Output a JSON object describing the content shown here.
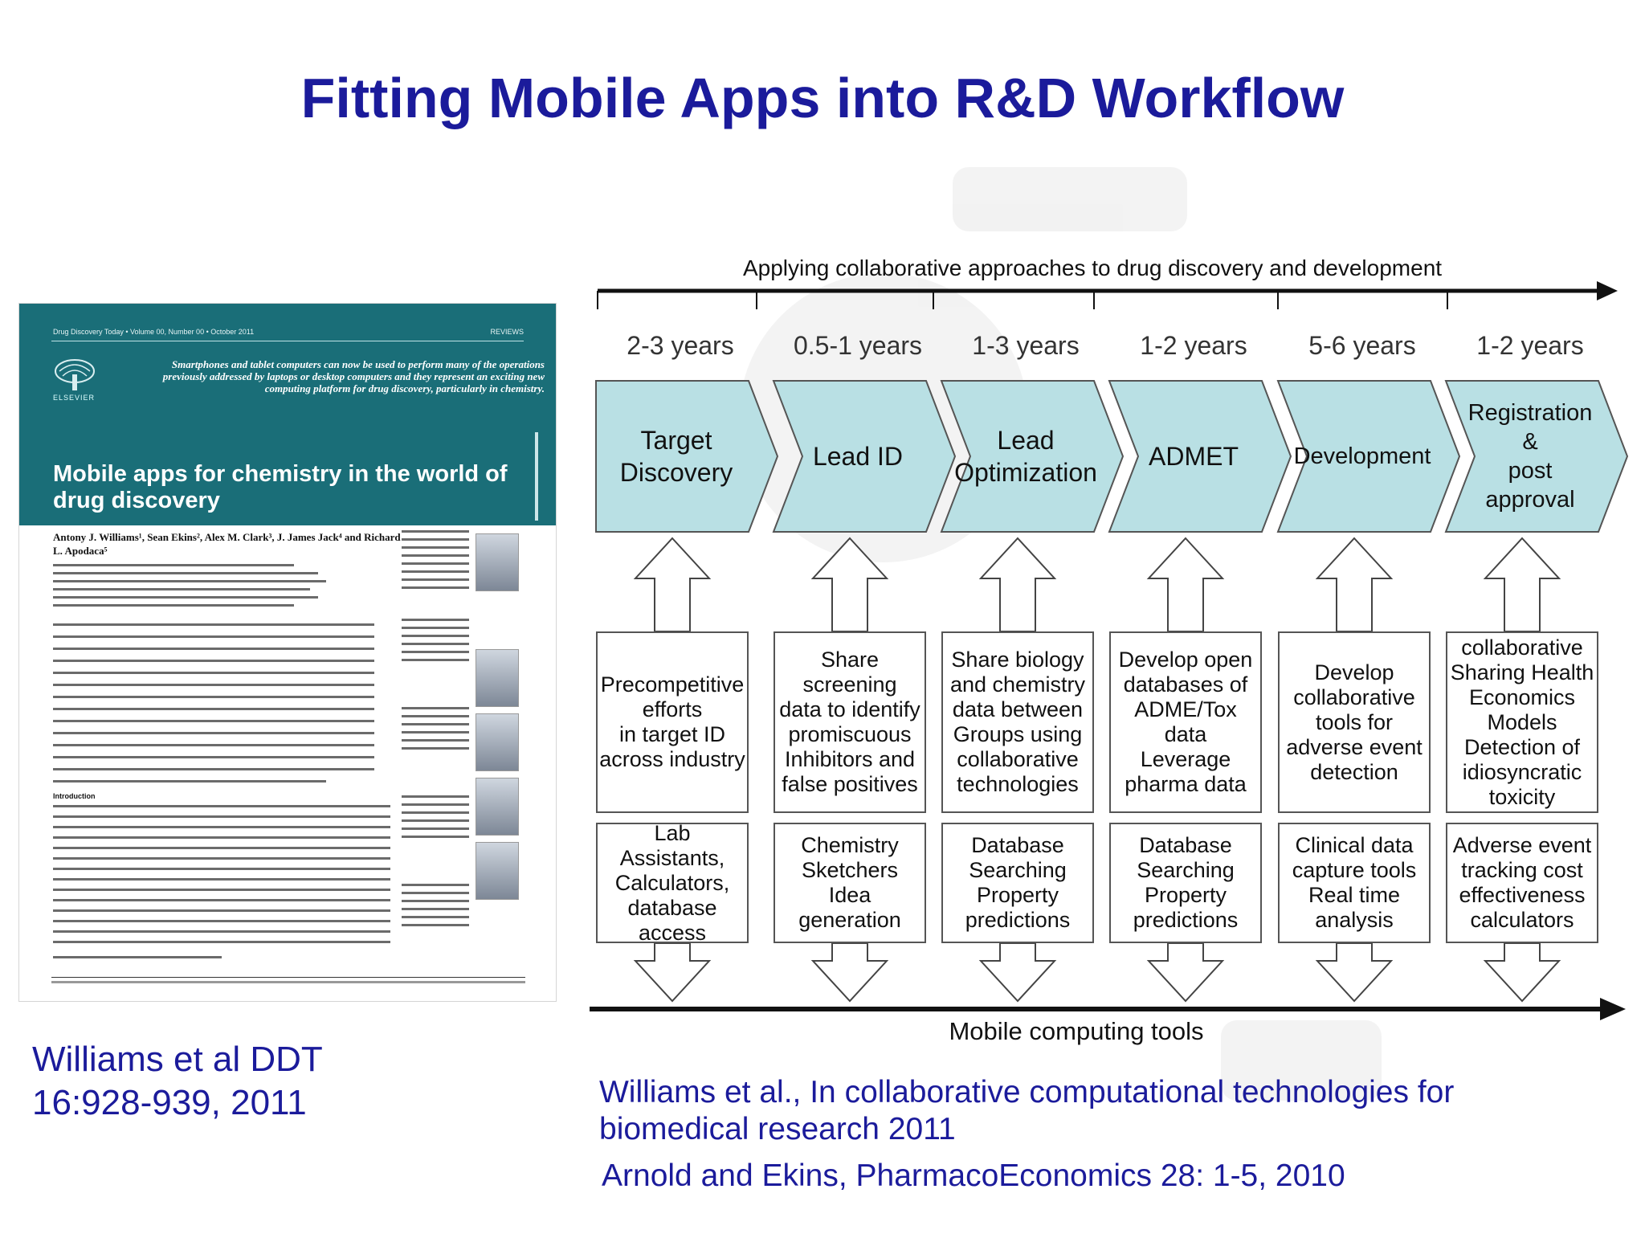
{
  "title": "Fitting Mobile Apps into R&D Workflow",
  "paper": {
    "journal_line": "Drug Discovery Today • Volume 00, Number 00 • October 2011",
    "section": "REVIEWS",
    "publisher": "ELSEVIER",
    "teaser": "Smartphones and tablet computers can now be used to perform many of the operations previously addressed by laptops or desktop computers and they represent an exciting new computing platform for drug discovery, particularly in chemistry.",
    "heading": "Mobile apps for chemistry in the world of drug discovery",
    "authors": "Antony J. Williams¹, Sean Ekins², Alex M. Clark³, J. James Jack⁴ and Richard L. Apodaca⁵",
    "intro_heading": "Introduction"
  },
  "left_citation": [
    "Williams et al DDT",
    "16:928-939, 2011"
  ],
  "timeline_label": "Applying collaborative approaches to drug discovery and development",
  "bottom_label": "Mobile computing tools",
  "stages": [
    {
      "duration": "2-3 years",
      "name": [
        "Target",
        "Discovery"
      ],
      "collab": [
        "Precompetitive",
        "efforts",
        "in target ID",
        "across industry"
      ],
      "tools": [
        "Lab",
        "Assistants,",
        "Calculators,",
        "database",
        "access"
      ]
    },
    {
      "duration": "0.5-1 years",
      "name": [
        "Lead ID"
      ],
      "collab": [
        "Share",
        "screening",
        "data to identify",
        "promiscuous",
        "Inhibitors and",
        "false positives"
      ],
      "tools": [
        "Chemistry",
        "Sketchers",
        "Idea generation"
      ]
    },
    {
      "duration": "1-3 years",
      "name": [
        "Lead",
        "Optimization"
      ],
      "collab": [
        "Share biology",
        "and chemistry",
        "data between",
        "Groups using",
        "collaborative",
        "technologies"
      ],
      "tools": [
        "Database",
        "Searching",
        "Property",
        "predictions"
      ]
    },
    {
      "duration": "1-2 years",
      "name": [
        "ADMET"
      ],
      "collab": [
        "Develop open",
        "databases of",
        "ADME/Tox data",
        "Leverage",
        "pharma data"
      ],
      "tools": [
        "Database",
        "Searching",
        "Property",
        "predictions"
      ]
    },
    {
      "duration": "5-6 years",
      "name": [
        "Development"
      ],
      "collab": [
        "Develop",
        "collaborative",
        "tools for",
        "adverse event",
        "detection"
      ],
      "tools": [
        "Clinical data",
        "capture tools",
        "Real time",
        "analysis"
      ]
    },
    {
      "duration": "1-2 years",
      "name": [
        "Registration",
        "&",
        "post",
        "approval"
      ],
      "collab": [
        "collaborative",
        "Sharing Health",
        "Economics",
        "Models",
        "Detection of",
        "idiosyncratic",
        "toxicity"
      ],
      "tools": [
        "Adverse event",
        "tracking cost",
        "effectiveness",
        "calculators"
      ]
    }
  ],
  "citations": [
    "Williams et al., In collaborative computational technologies for",
    "biomedical research 2011",
    "Arnold and Ekins, PharmacoEconomics 28: 1-5, 2010"
  ],
  "colors": {
    "title": "#1b1b9b",
    "stage_fill": "#b9e0e4",
    "paper_header": "#1a6e78"
  }
}
